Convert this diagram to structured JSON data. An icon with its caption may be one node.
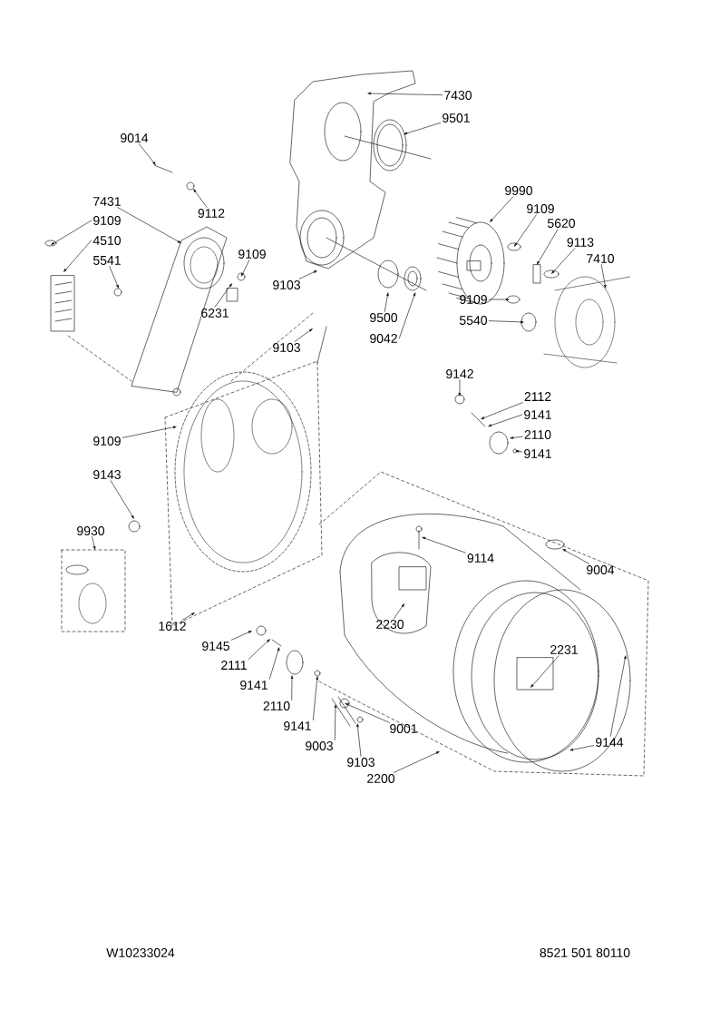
{
  "diagram": {
    "nodes": [
      {
        "text": [
          "7430"
        ]
      },
      {
        "text": [
          "9501"
        ]
      },
      {
        "text": [
          "9014"
        ]
      },
      {
        "text": [
          "9112"
        ]
      },
      {
        "text": [
          "7431"
        ]
      },
      {
        "text": [
          "9109"
        ]
      },
      {
        "text": [
          "4510"
        ]
      },
      {
        "text": [
          "5541"
        ]
      },
      {
        "text": [
          "9109"
        ]
      },
      {
        "text": [
          "6231"
        ]
      },
      {
        "text": [
          "9103"
        ]
      },
      {
        "text": [
          "9500"
        ]
      },
      {
        "text": [
          "9042"
        ]
      },
      {
        "text": [
          "9990"
        ]
      },
      {
        "text": [
          "9109"
        ]
      },
      {
        "text": [
          "5620"
        ]
      },
      {
        "text": [
          "9113"
        ]
      },
      {
        "text": [
          "7410"
        ]
      },
      {
        "text": [
          "9109"
        ]
      },
      {
        "text": [
          "5540"
        ]
      },
      {
        "text": [
          "9103"
        ]
      },
      {
        "text": [
          "9142"
        ]
      },
      {
        "text": [
          "2112"
        ]
      },
      {
        "text": [
          "9141"
        ]
      },
      {
        "text": [
          "2110"
        ]
      },
      {
        "text": [
          "9141"
        ]
      },
      {
        "text": [
          "9109"
        ]
      },
      {
        "text": [
          "9143"
        ]
      },
      {
        "text": [
          "9930"
        ]
      },
      {
        "text": [
          "1612"
        ]
      },
      {
        "text": [
          "9145"
        ]
      },
      {
        "text": [
          "2111"
        ]
      },
      {
        "text": [
          "9141"
        ]
      },
      {
        "text": [
          "2110"
        ]
      },
      {
        "text": [
          "9141"
        ]
      },
      {
        "text": [
          "9001"
        ]
      },
      {
        "text": [
          "9003"
        ]
      },
      {
        "text": [
          "9103"
        ]
      },
      {
        "text": [
          "2200"
        ]
      },
      {
        "text": [
          "9114"
        ]
      },
      {
        "text": [
          "9004"
        ]
      },
      {
        "text": [
          "2230"
        ]
      },
      {
        "text": [
          "2231"
        ]
      },
      {
        "text": [
          "9144"
        ]
      }
    ],
    "edges": [
      {
        "from": 0,
        "to": null,
        "arrow": "to"
      },
      {
        "from": 1,
        "to": null,
        "arrow": "to"
      },
      {
        "from": 2,
        "to": null,
        "arrow": "to"
      },
      {
        "from": 3,
        "to": null,
        "arrow": "to"
      },
      {
        "from": 4,
        "to": null,
        "arrow": "to"
      },
      {
        "from": 5,
        "to": null,
        "arrow": "to"
      },
      {
        "from": 6,
        "to": null,
        "arrow": "to"
      },
      {
        "from": 7,
        "to": null,
        "arrow": "to"
      },
      {
        "from": 8,
        "to": null,
        "arrow": "to"
      },
      {
        "from": 9,
        "to": null,
        "arrow": "to"
      },
      {
        "from": 10,
        "to": null,
        "arrow": "to"
      },
      {
        "from": 11,
        "to": null,
        "arrow": "to"
      },
      {
        "from": 12,
        "to": null,
        "arrow": "to"
      },
      {
        "from": 13,
        "to": null,
        "arrow": "to"
      },
      {
        "from": 14,
        "to": null,
        "arrow": "to"
      },
      {
        "from": 15,
        "to": null,
        "arrow": "to"
      },
      {
        "from": 16,
        "to": null,
        "arrow": "to"
      },
      {
        "from": 17,
        "to": null,
        "arrow": "to"
      },
      {
        "from": 18,
        "to": null,
        "arrow": "to"
      },
      {
        "from": 19,
        "to": null,
        "arrow": "to"
      },
      {
        "from": 20,
        "to": null,
        "arrow": "to"
      },
      {
        "from": 21,
        "to": null,
        "arrow": "to"
      },
      {
        "from": 22,
        "to": null,
        "arrow": "to"
      },
      {
        "from": 23,
        "to": null,
        "arrow": "to"
      },
      {
        "from": 24,
        "to": null,
        "arrow": "to"
      },
      {
        "from": 25,
        "to": null,
        "arrow": "to"
      },
      {
        "from": 26,
        "to": null,
        "arrow": "to"
      },
      {
        "from": 27,
        "to": null,
        "arrow": "to"
      },
      {
        "from": 28,
        "to": null,
        "arrow": "to"
      },
      {
        "from": 29,
        "to": null,
        "arrow": "to"
      },
      {
        "from": 30,
        "to": null,
        "arrow": "to"
      },
      {
        "from": 31,
        "to": null,
        "arrow": "to"
      },
      {
        "from": 32,
        "to": null,
        "arrow": "to"
      },
      {
        "from": 33,
        "to": null,
        "arrow": "to"
      },
      {
        "from": 34,
        "to": null,
        "arrow": "to"
      },
      {
        "from": 35,
        "to": null,
        "arrow": "to"
      },
      {
        "from": 36,
        "to": null,
        "arrow": "to"
      },
      {
        "from": 37,
        "to": null,
        "arrow": "to"
      },
      {
        "from": 38,
        "to": null,
        "arrow": "to"
      },
      {
        "from": 39,
        "to": null,
        "arrow": "to"
      },
      {
        "from": 40,
        "to": null,
        "arrow": "to"
      },
      {
        "from": 41,
        "to": null,
        "arrow": "to"
      },
      {
        "from": 42,
        "to": null,
        "arrow": "to"
      },
      {
        "from": 43,
        "to": null,
        "arrow": "to"
      },
      {
        "from": 43,
        "to": null,
        "arrow": "to"
      }
    ],
    "labels": [
      "W10233024",
      "8521 501 80110"
    ]
  }
}
